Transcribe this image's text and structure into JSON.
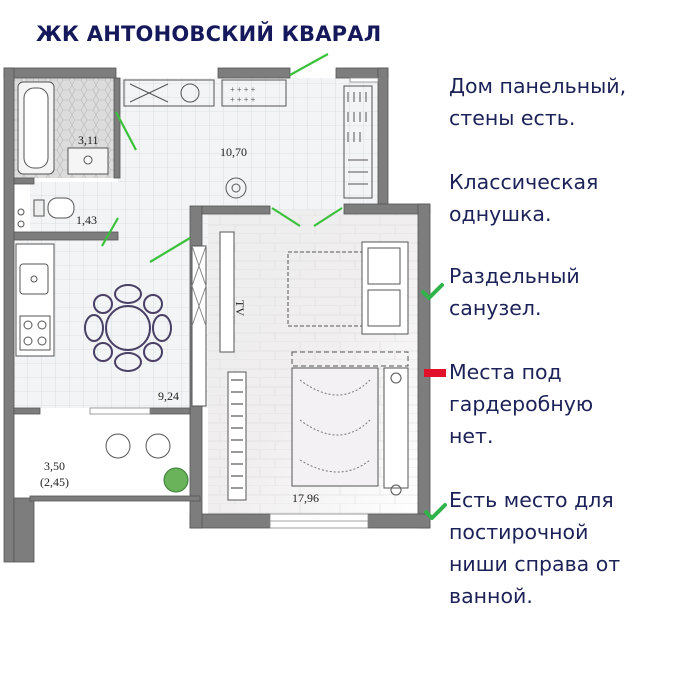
{
  "title": "ЖК АНТОНОВСКИЙ КВАРАЛ",
  "plan": {
    "areas": {
      "bathroom": "3,11",
      "toilet": "1,43",
      "hall": "10,70",
      "kitchen": "9,24",
      "balcony": "3,50",
      "balcony_reduced": "(2,45)",
      "room": "17,96"
    },
    "tv_label": "TV"
  },
  "notes": [
    {
      "lines": [
        "Дом панельный,",
        "стены есть."
      ],
      "marker": "none"
    },
    {
      "lines": [
        "Классическая",
        "однушка."
      ],
      "marker": "none"
    },
    {
      "lines": [
        "Раздельный",
        "санузел."
      ],
      "marker": "check"
    },
    {
      "lines": [
        "Места под",
        "гардеробную",
        "нет."
      ],
      "marker": "minus"
    },
    {
      "lines": [
        "Есть место для",
        "постирочной",
        "ниши справа от",
        "ванной."
      ],
      "marker": "check"
    }
  ],
  "colors": {
    "title": "#15185a",
    "note_text": "#1c2258",
    "check": "#2fb34a",
    "minus": "#e3102a",
    "wall": "#7d7d7d",
    "door_arc": "#3ac23a",
    "furniture": "#4a3f66"
  }
}
